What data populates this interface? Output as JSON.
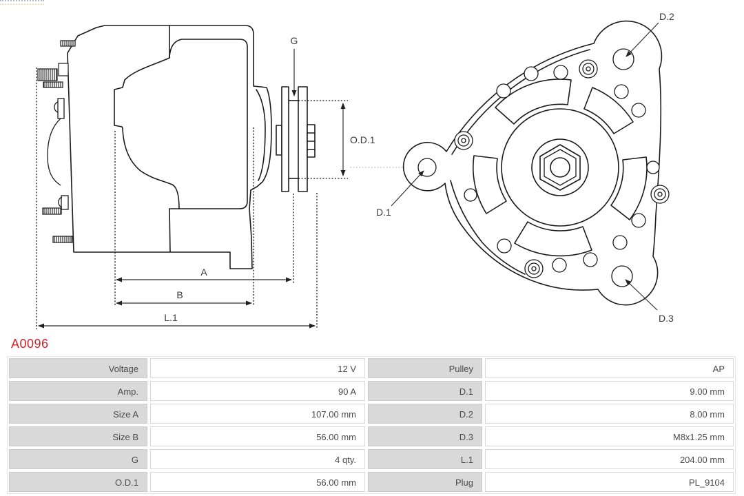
{
  "part_number": "A0096",
  "colors": {
    "part_number_red": "#d2232a",
    "drawing_line": "#1a1a1a",
    "dimension_text": "#3a3a3a",
    "table_label_bg": "#d9d9d9",
    "table_text": "#4a4a4a"
  },
  "side_view": {
    "labels": {
      "g": "G",
      "od1": "O.D.1",
      "a": "A",
      "b": "B",
      "l1": "L.1"
    }
  },
  "rear_view": {
    "labels": {
      "d1": "D.1",
      "d2": "D.2",
      "d3": "D.3"
    }
  },
  "spec_table": {
    "left_rows": [
      {
        "label": "Voltage",
        "value": "12 V"
      },
      {
        "label": "Amp.",
        "value": "90 A"
      },
      {
        "label": "Size A",
        "value": "107.00 mm"
      },
      {
        "label": "Size B",
        "value": "56.00 mm"
      },
      {
        "label": "G",
        "value": "4 qty."
      },
      {
        "label": "O.D.1",
        "value": "56.00 mm"
      }
    ],
    "right_rows": [
      {
        "label": "Pulley",
        "value": "AP"
      },
      {
        "label": "D.1",
        "value": "9.00 mm"
      },
      {
        "label": "D.2",
        "value": "8.00 mm"
      },
      {
        "label": "D.3",
        "value": "M8x1.25 mm"
      },
      {
        "label": "L.1",
        "value": "204.00 mm"
      },
      {
        "label": "Plug",
        "value": "PL_9104"
      }
    ]
  }
}
